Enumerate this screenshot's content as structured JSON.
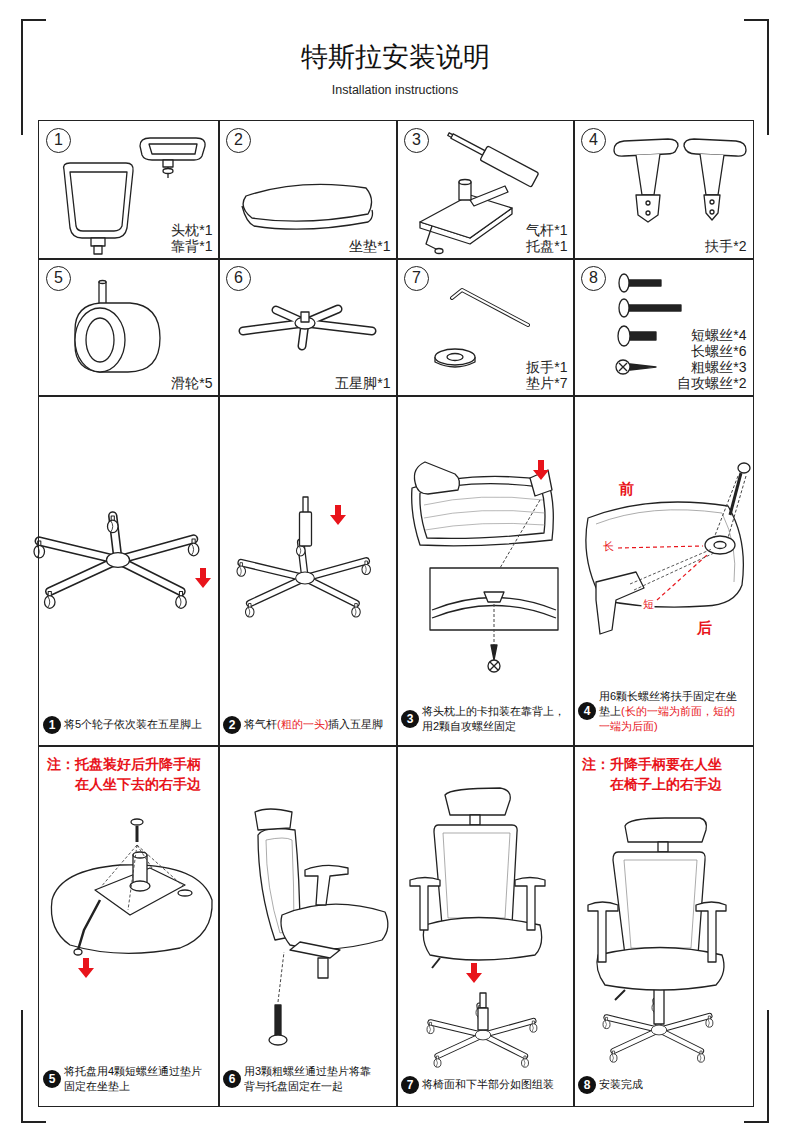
{
  "diagram": {
    "title": "特斯拉安装说明",
    "nodes": [
      {
        "text": [
          "1",
          "头枕*1",
          "靠背*1"
        ]
      },
      {
        "text": [
          "2",
          "坐垫*1"
        ]
      },
      {
        "text": [
          "3",
          "气杆*1",
          "托盘*1"
        ]
      },
      {
        "text": [
          "4",
          "扶手*2"
        ]
      },
      {
        "text": [
          "5",
          "滑轮*5"
        ]
      },
      {
        "text": [
          "6",
          "五星脚*1"
        ]
      },
      {
        "text": [
          "7",
          "扳手*1",
          "垫片*7"
        ]
      },
      {
        "text": [
          "8",
          "短螺丝*4",
          "长螺丝*6",
          "粗螺丝*3",
          "自攻螺丝*2"
        ]
      },
      {
        "text": [
          "1",
          "将5个轮子依次装在五星脚上"
        ]
      },
      {
        "text": [
          "2",
          "将气杆",
          "(粗的一头)",
          "插入五星脚"
        ]
      },
      {
        "text": [
          "3",
          "将头枕上的卡扣装在靠背上， 用2颗自攻螺丝固定"
        ]
      },
      {
        "text": [
          "4",
          "用6颗长螺丝将扶手固定在坐 垫上",
          "(长的一端为前面，短的 一端为后面)"
        ]
      },
      {
        "text": [
          "注：托盘装好后升降手柄 在人坐下去的右手边",
          "5",
          "将托盘用4颗短螺丝通过垫片 固定在坐垫上"
        ]
      },
      {
        "text": [
          "6",
          "用3颗粗螺丝通过垫片将靠 背与托盘固定在一起"
        ]
      },
      {
        "text": [
          "7",
          "将椅面和下半部分如图组装"
        ]
      },
      {
        "text": [
          "注：升降手柄要在人坐 在椅子上的右手边",
          "8",
          "安装完成"
        ]
      }
    ],
    "labels": [
      "Installation instructions",
      "前",
      "长",
      "短",
      "后"
    ]
  }
}
